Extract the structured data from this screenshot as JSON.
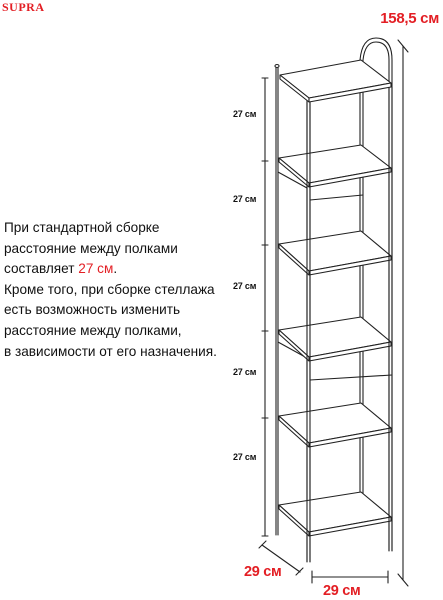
{
  "brand": {
    "text": "SUPRA",
    "color": "#e31e24"
  },
  "total_height": {
    "text": "158,5 см",
    "color": "#e31e24"
  },
  "description": {
    "line1": "При стандартной сборке",
    "line2": "расстояние между полками",
    "line3_prefix": "составляет ",
    "line3_highlight": "27 см",
    "line3_suffix": ".",
    "line4": "Кроме того, при сборке стеллажа",
    "line5": "есть возможность изменить",
    "line6": "расстояние между полками,",
    "line7": "в зависимости от его назначения.",
    "highlight_color": "#e31e24"
  },
  "shelf_spacing_labels": [
    "27 см",
    "27 см",
    "27 см",
    "27 см",
    "27 см"
  ],
  "bottom_dimensions": {
    "depth": "29 см",
    "width": "29 см",
    "color": "#e31e24"
  },
  "colors": {
    "line": "#222222",
    "shelf_fill": "#ffffff"
  }
}
